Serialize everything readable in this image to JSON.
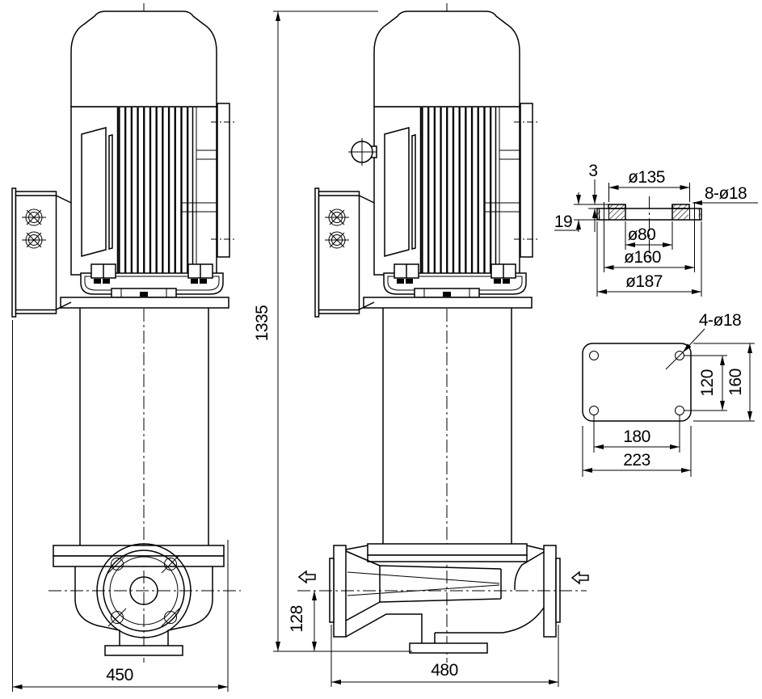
{
  "drawing": {
    "colors": {
      "line": "#000000",
      "background": "#ffffff"
    },
    "front_view": {
      "width_dim": "450"
    },
    "side_view": {
      "overall_height_dim": "1335",
      "width_dim": "480",
      "port_center_height_dim": "128"
    },
    "flange_detail": {
      "raised_face_height": "3",
      "flange_thickness": "19",
      "raised_face_dia": "ø135",
      "bolt_holes": "8-ø18",
      "bore_dia": "ø80",
      "bolt_circle_dia": "ø160",
      "outer_dia": "ø187"
    },
    "base_plate_detail": {
      "bolt_holes": "4-ø18",
      "hole_pitch_depth": "120",
      "plate_depth": "160",
      "hole_pitch_width": "180",
      "plate_width": "223"
    }
  }
}
